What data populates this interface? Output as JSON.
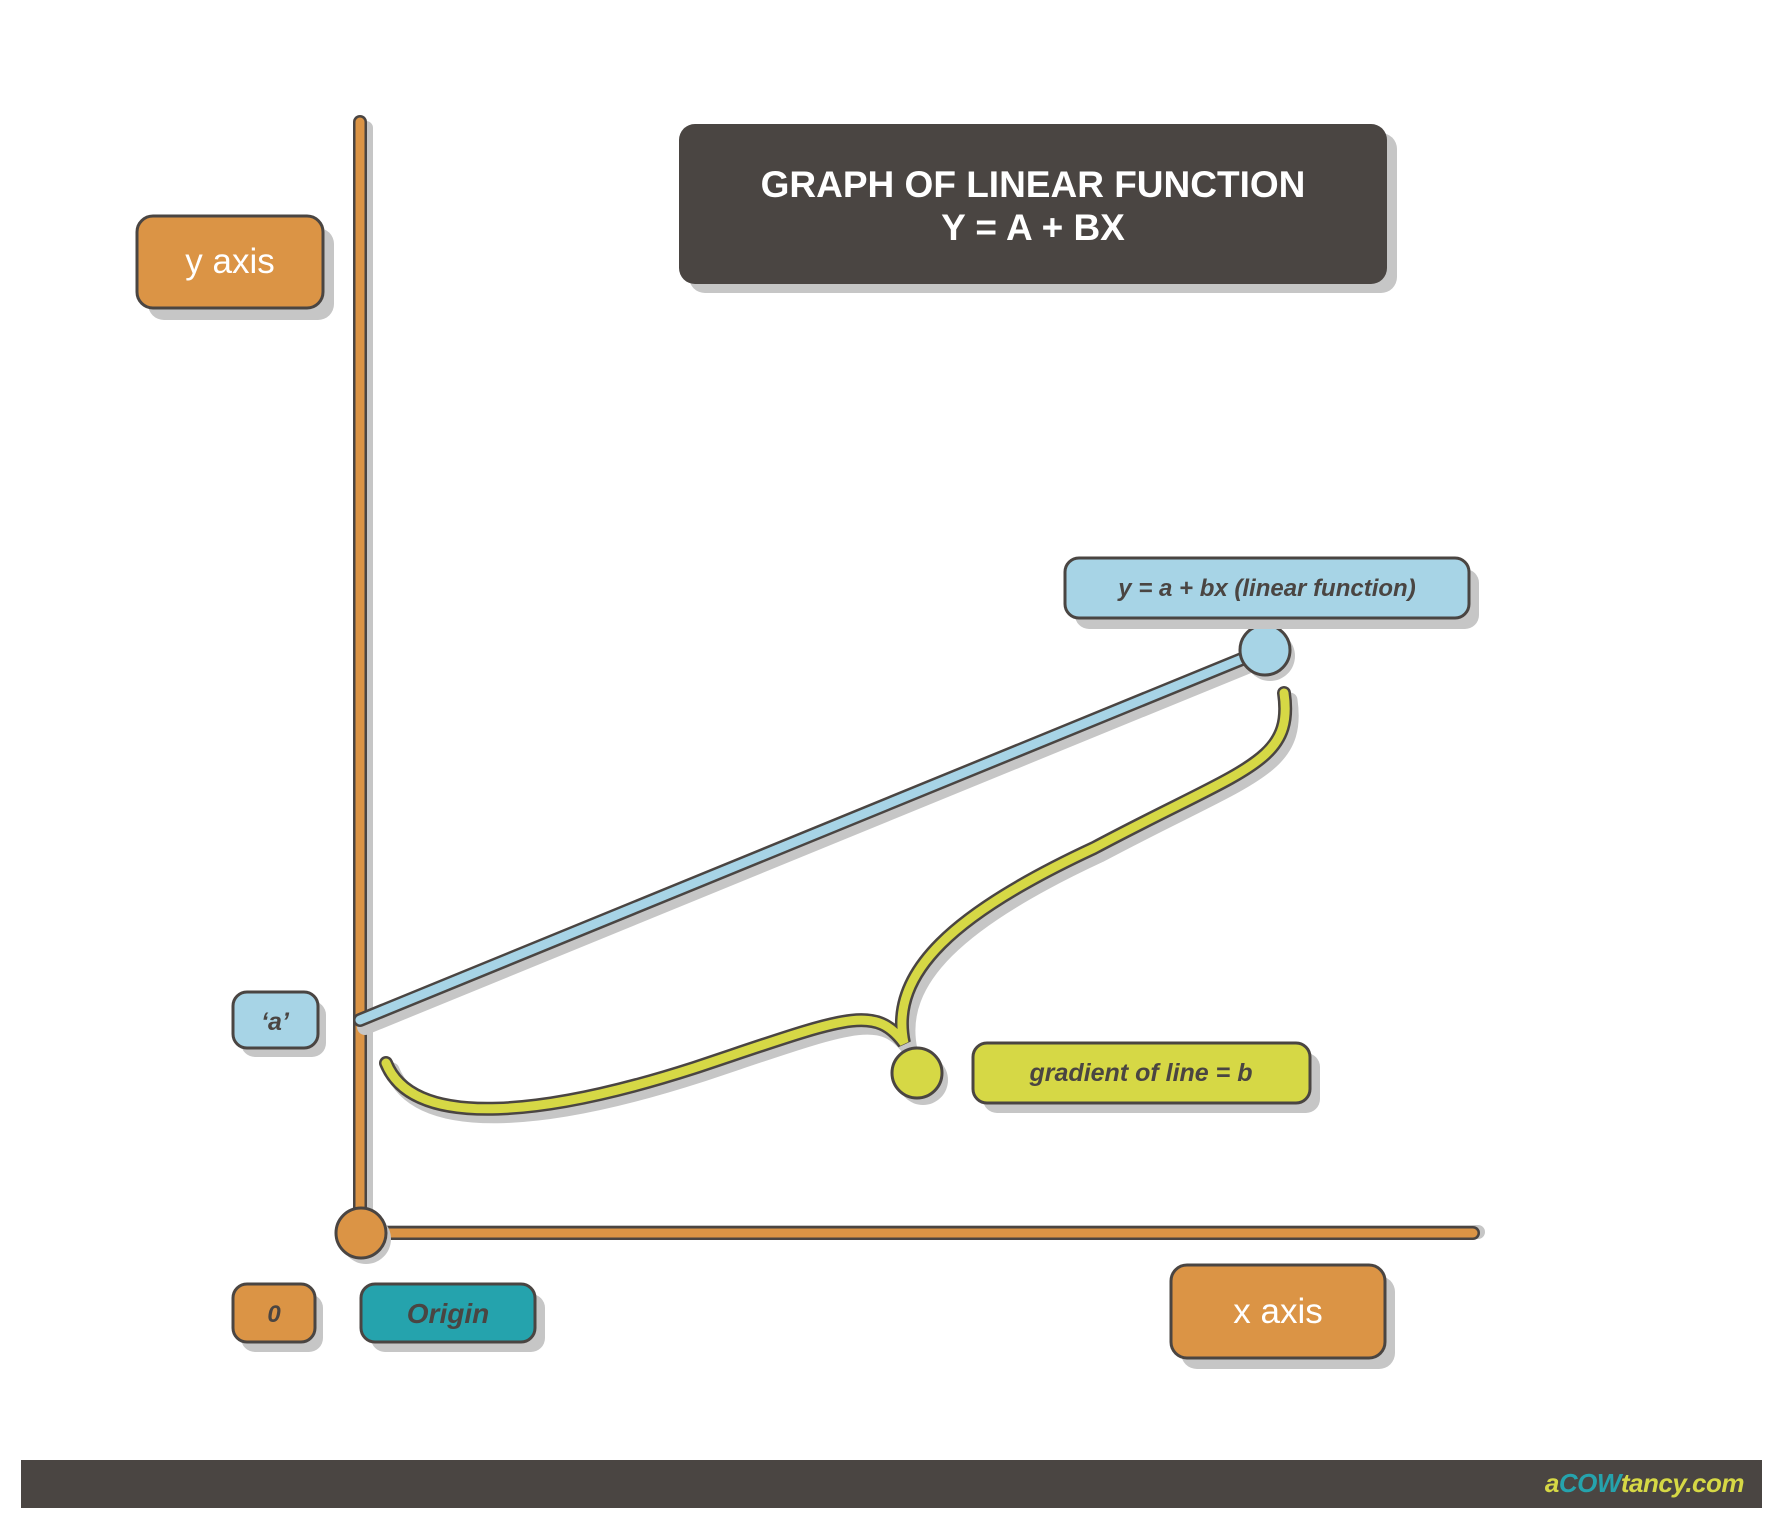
{
  "title": {
    "line1": "GRAPH OF LINEAR FUNCTION",
    "line2": "Y = A + BX"
  },
  "labels": {
    "y_axis": "y axis",
    "x_axis": "x axis",
    "intercept": "‘a’",
    "zero": "0",
    "origin": "Origin",
    "line": "y = a + bx (linear function)",
    "gradient": "gradient of line = b"
  },
  "brand": {
    "part1": "a",
    "part2": "COW",
    "part3": "tancy.com"
  },
  "colors": {
    "axis": "#db9445",
    "line": "#a7d4e6",
    "gradient": "#d6d845",
    "origin_label": "#25a3ad",
    "title_bg": "#4a4542",
    "outline": "#4a4542",
    "shadow": "#c6c6c6"
  }
}
